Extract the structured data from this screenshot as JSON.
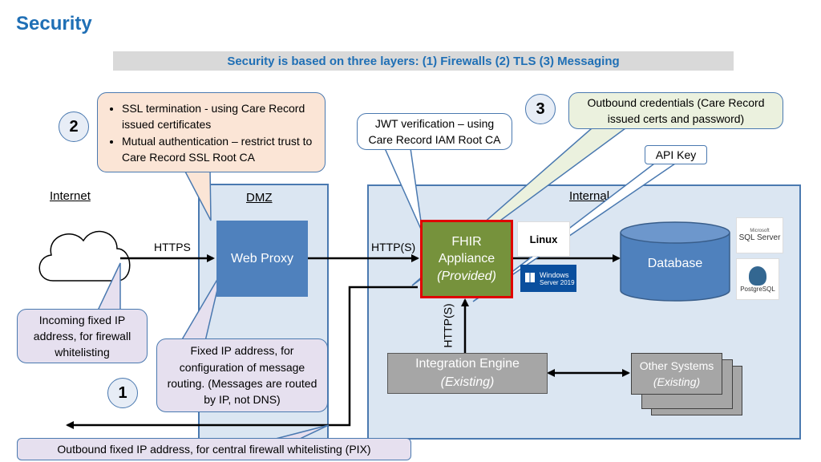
{
  "title": "Security",
  "banner": "Security is based on three layers: (1) Firewalls (2) TLS (3) Messaging",
  "zones": {
    "internet": "Internet",
    "dmz": "DMZ",
    "internal": "Internal"
  },
  "markers": {
    "one": "1",
    "two": "2",
    "three": "3"
  },
  "callouts": {
    "ssl_items": [
      "SSL termination - using Care Record issued certificates",
      "Mutual authentication – restrict trust to Care Record SSL Root CA"
    ],
    "jwt": "JWT verification – using Care Record IAM Root CA",
    "outbound_credentials": "Outbound credentials (Care Record issued certs and password)",
    "api_key": "API Key",
    "incoming_ip": "Incoming fixed IP address, for firewall whitelisting",
    "fixed_ip": "Fixed IP address, for configuration of message routing. (Messages are routed by IP, not DNS)",
    "outbound_ip": "Outbound fixed IP address, for central firewall whitelisting (PIX)"
  },
  "components": {
    "web_proxy": "Web Proxy",
    "fhir_line1": "FHIR",
    "fhir_line2": "Appliance",
    "fhir_line3": "(Provided)",
    "database": "Database",
    "integration_engine": "Integration Engine",
    "integration_engine_sub": "(Existing)",
    "other_systems": "Other Systems",
    "other_systems_sub": "(Existing)"
  },
  "connections": {
    "https": "HTTPS",
    "http_s": "HTTP(S)",
    "http_s_vertical": "HTTP(S)"
  },
  "logos": {
    "linux": "Linux",
    "windows_line1": "Windows",
    "windows_line2": "Server 2019",
    "sqlserver_line1": "Microsoft",
    "sqlserver_line2": "SQL Server",
    "postgres": "PostgreSQL"
  }
}
